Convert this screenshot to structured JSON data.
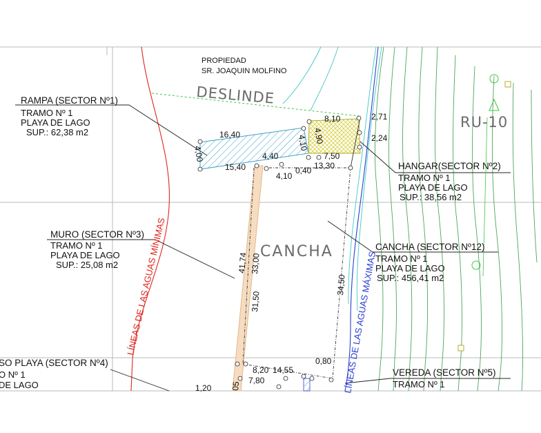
{
  "colors": {
    "contour": "#4fa35a",
    "cyan": "#3fc6c6",
    "red": "#e0241c",
    "blue": "#2b3fd0",
    "rampa_hatch": "#3aa0c8",
    "hangar_hatch": "#d8cf3a",
    "wall": "#e4b88a",
    "grid": "#b9b9b9"
  },
  "property": {
    "line1": "PROPIEDAD",
    "line2": "SR. JOAQUIN MOLFINO"
  },
  "labels": {
    "deslinde": "DESLINDE",
    "cancha_big": "CANCHA",
    "ru10": "RU-10",
    "lineas_minimas": "LÍNEAS DE LAS AGUAS MÍNIMAS",
    "lineas_maximas": "LÍNEAS DE LAS AGUAS MÁXIMAS"
  },
  "sectors": {
    "rampa": {
      "title": "RAMPA (SECTOR Nº1)",
      "tramo": "TRAMO Nº 1",
      "playa": "PLAYA DE LAGO",
      "sup": "SUP.: 62,38 m2"
    },
    "hangar": {
      "title": "HANGAR(SECTOR Nº2)",
      "tramo": "TRAMO Nº 1",
      "playa": "PLAYA DE LAGO",
      "sup": "SUP.: 38,56 m2"
    },
    "muro": {
      "title": "MURO (SECTOR Nº3)",
      "tramo": "TRAMO Nº 1",
      "playa": "PLAYA DE LAGO",
      "sup": "SUP.: 25,08 m2"
    },
    "cancha": {
      "title": "CANCHA (SECTOR Nº12)",
      "tramo": "TRAMO Nº 1",
      "playa": "PLAYA DE LAGO",
      "sup": "SUP.: 456,41 m2"
    },
    "paso": {
      "title": "SO PLAYA (SECTOR Nº4)",
      "tramo": "O Nº 1",
      "playa": "DE LAGO"
    },
    "vereda": {
      "title": "VEREDA (SECTOR Nº5)",
      "tramo": "TRAMO Nº 1"
    }
  },
  "dimensions": {
    "d1640": "16,40",
    "d400": "4,00",
    "d1540": "15,40",
    "d440": "4,40",
    "d410a": "4,10",
    "d410b": "4,10",
    "d490": "4,90",
    "d040": "0,40",
    "d1330": "13,30",
    "d810": "8,10",
    "d750": "7,50",
    "d271": "2,71",
    "d224": "2,24",
    "d4174": "41,74",
    "d3300": "33,00",
    "d3150": "31,50",
    "d3450": "34,50",
    "d820": "8,20",
    "d1455": "14,55",
    "d780": "7,80",
    "d080": "0,80",
    "d120": "1,20",
    "d05": "05"
  }
}
